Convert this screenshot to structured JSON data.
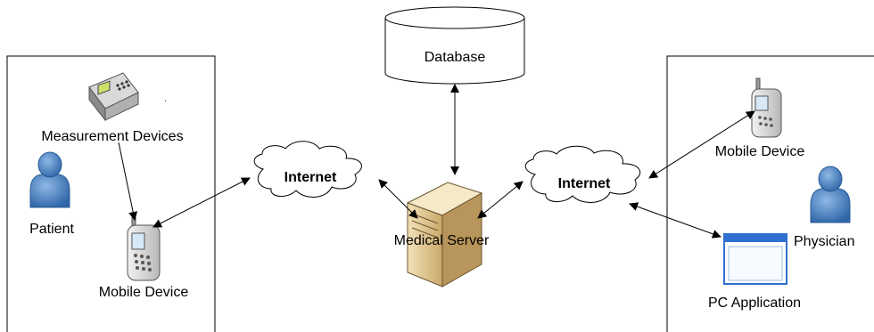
{
  "diagram": {
    "database_label": "Database",
    "measurement_label": "Measurement Devices",
    "patient_label": "Patient",
    "left_mobile_label": "Mobile Device",
    "internet_left_label": "Internet",
    "server_label": "Medical Server",
    "internet_right_label": "Internet",
    "right_mobile_label": "Mobile Device",
    "physician_label": "Physician",
    "pc_app_label": "PC Application"
  },
  "colors": {
    "person": "#4a84c4",
    "cloud_stroke": "#000000",
    "server_body": "#e8d2a0",
    "app_titlebar": "#2f6fd0"
  }
}
